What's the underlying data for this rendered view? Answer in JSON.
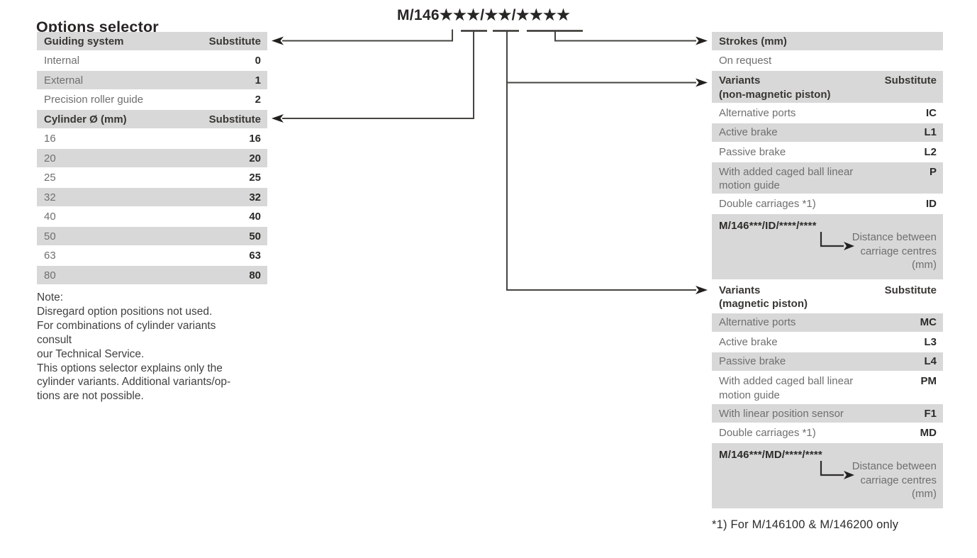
{
  "title": "Options selector",
  "part_number": "M/146★★★/★★/★★★★",
  "colors": {
    "row_gray": "#d8d8d8",
    "row_white": "#ffffff",
    "text_dark": "#2b2a28",
    "text_gray": "#6f6f6f",
    "line": "#46443f"
  },
  "icons": {
    "arrow_left": "connector arrowhead pointing left",
    "arrow_right": "connector arrowhead pointing right",
    "corner_arrow": "down-then-right corner arrow"
  },
  "left_table": {
    "sections": [
      {
        "header": {
          "label": "Guiding system",
          "substitute": "Substitute"
        },
        "rows": [
          {
            "label": "Internal",
            "value": "0"
          },
          {
            "label": "External",
            "value": "1"
          },
          {
            "label": "Precision roller guide",
            "value": "2"
          }
        ]
      },
      {
        "header": {
          "label": "Cylinder Ø (mm)",
          "substitute": "Substitute"
        },
        "rows": [
          {
            "label": "16",
            "value": "16"
          },
          {
            "label": "20",
            "value": "20"
          },
          {
            "label": "25",
            "value": "25"
          },
          {
            "label": "32",
            "value": "32"
          },
          {
            "label": "40",
            "value": "40"
          },
          {
            "label": "50",
            "value": "50"
          },
          {
            "label": "63",
            "value": "63"
          },
          {
            "label": "80",
            "value": "80"
          }
        ]
      }
    ]
  },
  "note": {
    "text": "Note:\nDisregard option positions not used.\nFor combinations of cylinder variants\nconsult\nour Technical Service.\nThis options selector explains only the\ncylinder variants. Additional variants/op-\ntions are not possible."
  },
  "right_column": {
    "strokes": {
      "header": "Strokes (mm)",
      "row": "On request"
    },
    "variants_nonmagnetic": {
      "header": "Variants\n(non-magnetic piston)",
      "substitute": "Substitute",
      "rows": [
        {
          "label": "Alternative ports",
          "value": "IC"
        },
        {
          "label": "Active brake",
          "value": "L1"
        },
        {
          "label": "Passive brake",
          "value": "L2"
        },
        {
          "label": "With added caged ball linear\nmotion guide",
          "value": "P"
        },
        {
          "label": "Double carriages *1)",
          "value": "ID"
        }
      ],
      "block": {
        "code": "M/146***/ID/****/****",
        "annotation": "Distance between\ncarriage centres\n(mm)"
      }
    },
    "variants_magnetic": {
      "header": "Variants\n(magnetic piston)",
      "substitute": "Substitute",
      "rows": [
        {
          "label": "Alternative ports",
          "value": "MC"
        },
        {
          "label": "Active brake",
          "value": "L3"
        },
        {
          "label": "Passive brake",
          "value": "L4"
        },
        {
          "label": "With added caged ball linear\nmotion guide",
          "value": "PM"
        },
        {
          "label": "With linear position sensor",
          "value": "F1"
        },
        {
          "label": "Double carriages *1)",
          "value": "MD"
        }
      ],
      "block": {
        "code": "M/146***/MD/****/****",
        "annotation": "Distance between\ncarriage centres\n(mm)"
      }
    }
  },
  "footnote": "*1) For M/146100 & M/146200 only"
}
